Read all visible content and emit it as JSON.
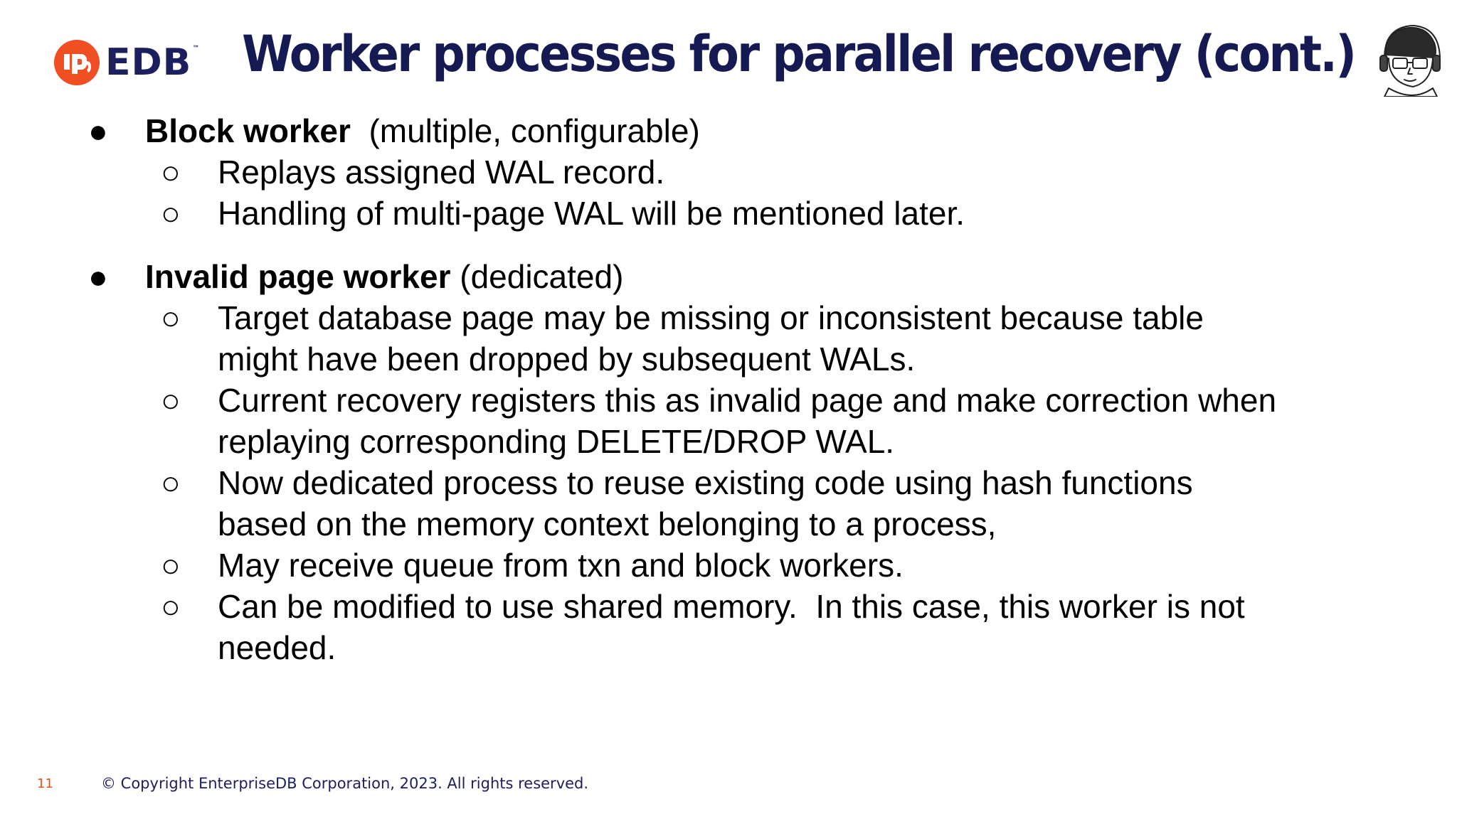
{
  "logo": {
    "wordmark": "EDB",
    "trademark": "™"
  },
  "title": "Worker processes for parallel recovery (cont.)",
  "bullets": [
    {
      "bold": "Block worker",
      "rest": "  (multiple, configurable)",
      "sub": [
        [
          "Replays assigned WAL record."
        ],
        [
          "Handling of multi-page WAL will be mentioned later."
        ]
      ]
    },
    {
      "bold": "Invalid page worker",
      "rest": " (dedicated)",
      "sub": [
        [
          "Target database page may be missing or inconsistent because table",
          "might have been dropped by subsequent WALs."
        ],
        [
          "Current recovery registers this as invalid page and make correction when",
          "replaying corresponding DELETE/DROP WAL."
        ],
        [
          "Now dedicated process to reuse existing code using hash functions",
          "based on the memory context belonging to a process,"
        ],
        [
          "May receive queue from txn and block workers."
        ],
        [
          "Can be modified to use shared memory.  In this case, this worker is not",
          "needed."
        ]
      ]
    }
  ],
  "symbols": {
    "bullet_l1": "●",
    "bullet_l2": "○"
  },
  "footer": {
    "page_number": "11",
    "copyright": "© Copyright EnterpriseDB Corporation, 2023. All rights reserved."
  },
  "colors": {
    "title": "#161a52",
    "brand_orange": "#f04e23",
    "brand_navy": "#1c1f5e"
  },
  "icons": {
    "logo_mark": "edb-elephant-logo-icon",
    "avatar": "presenter-avatar-sketch-icon"
  }
}
